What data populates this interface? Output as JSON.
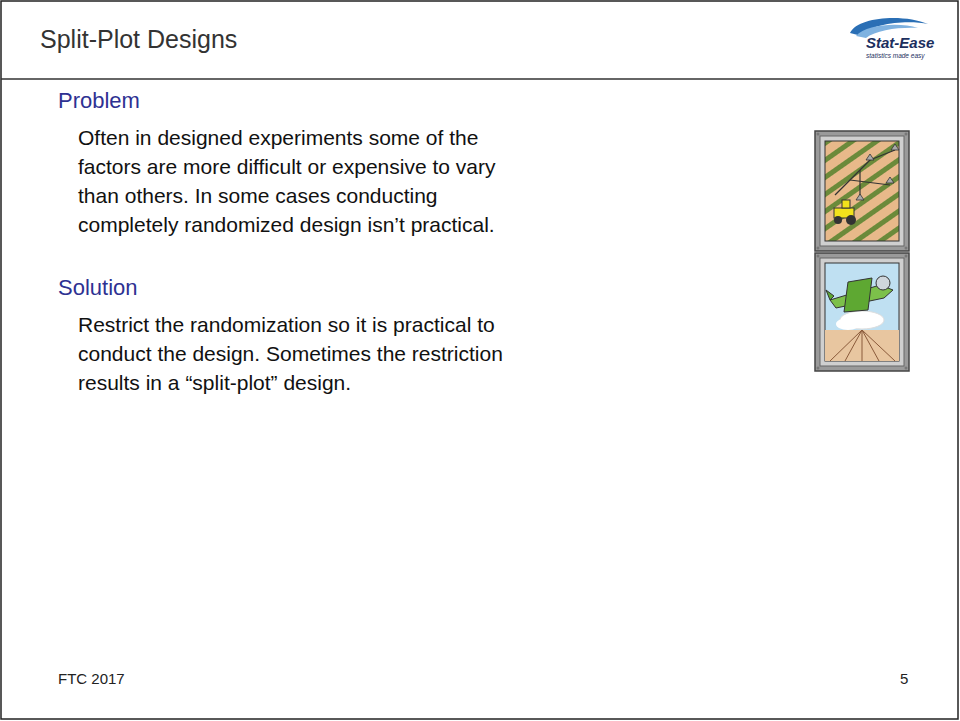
{
  "diagram": {
    "title": "Split-Plot Designs",
    "labels": [
      "Stat-Ease",
      "statistics made easy",
      "Problem",
      "Often in designed experiments some of the factors are more difficult or expensive to vary than others. In some cases conducting completely randomized design isn’t practical.",
      "Solution",
      "Restrict the randomization so it is practical to conduct the design. Sometimes the restriction results in a “split-plot” design.",
      "FTC 2017",
      "5"
    ]
  }
}
